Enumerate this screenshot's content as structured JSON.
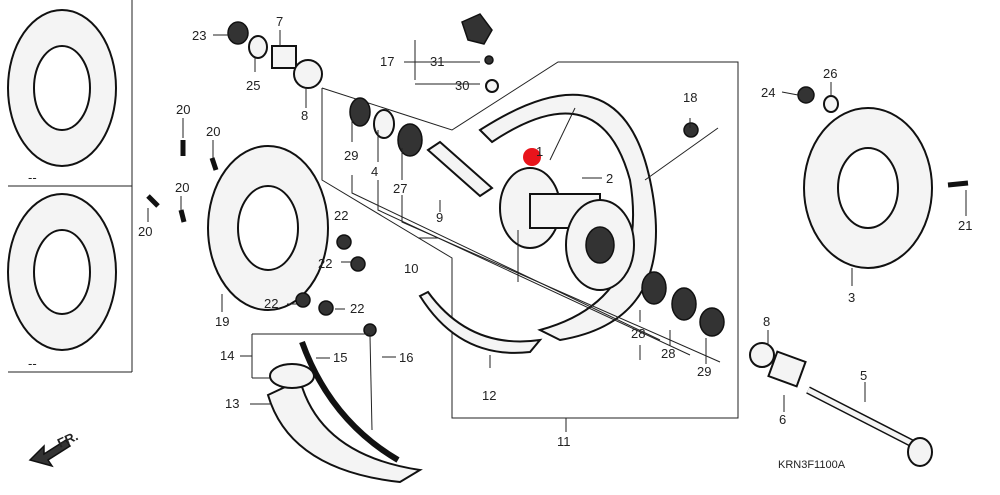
{
  "diagram": {
    "code": "KRN3F1100A",
    "direction_label": "FR.",
    "labels": {
      "p1": "1",
      "p2": "2",
      "p3": "3",
      "p4": "4",
      "p5": "5",
      "p6": "6",
      "p7": "7",
      "p8a": "8",
      "p8b": "8",
      "p9": "9",
      "p10": "10",
      "p11": "11",
      "p12": "12",
      "p13": "13",
      "p14": "14",
      "p15": "15",
      "p16": "16",
      "p17": "17",
      "p18": "18",
      "p19": "19",
      "p20a": "20",
      "p20b": "20",
      "p20c": "20",
      "p20d": "20",
      "p21": "21",
      "p22a": "22",
      "p22b": "22",
      "p22c": "22",
      "p22d": "22",
      "p23": "23",
      "p24": "24",
      "p25": "25",
      "p26": "26",
      "p27": "27",
      "p28a": "28",
      "p28b": "28",
      "p29a": "29",
      "p29b": "29",
      "p30": "30",
      "p31": "31"
    },
    "variant_marks": [
      "--",
      "--"
    ],
    "colors": {
      "marker": "#e8141b",
      "ink": "#222222"
    }
  }
}
